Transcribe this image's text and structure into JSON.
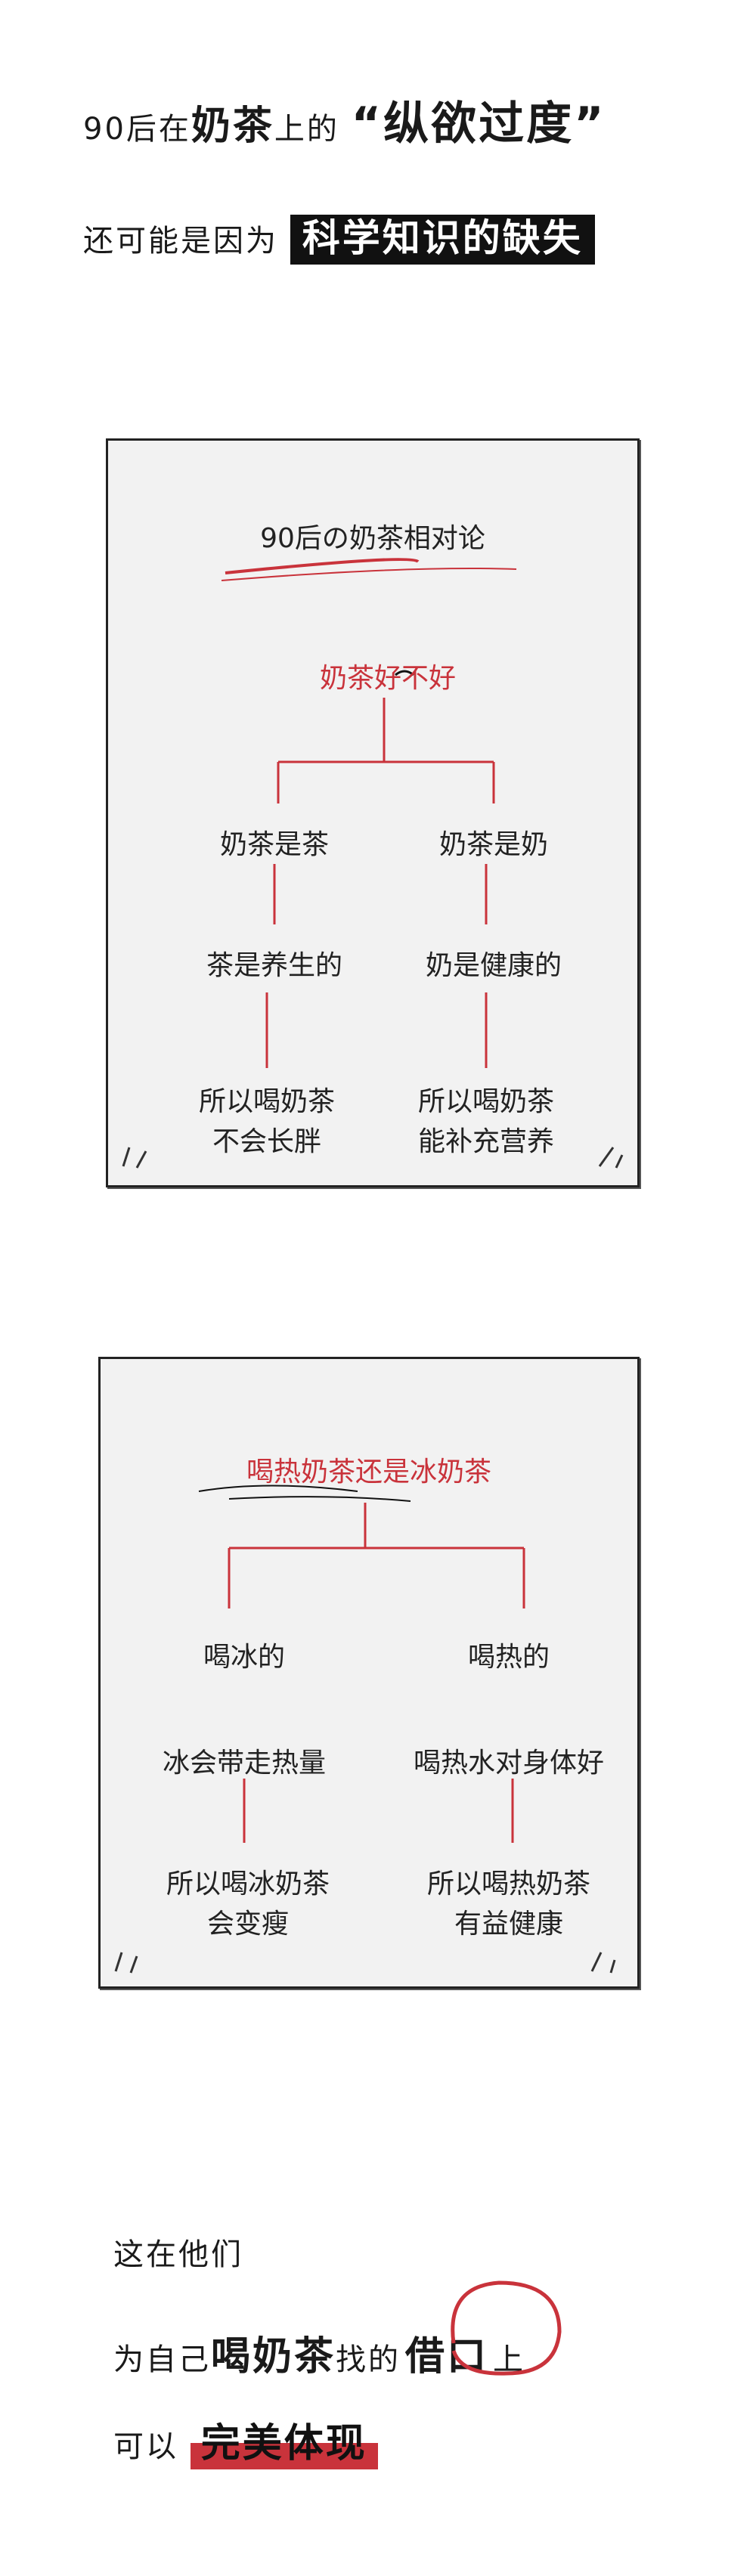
{
  "intro": {
    "line1": {
      "prefix": "90后在",
      "bold": "奶茶",
      "middle": "上的",
      "quote": "“纵欲过度”"
    },
    "line2": {
      "prefix": "还可能是因为",
      "highlight": "科学知识的缺失"
    }
  },
  "card1": {
    "title": "90后の奶茶相对论",
    "question": "奶茶好不好",
    "left": {
      "l1": "奶茶是茶",
      "l2": "茶是养生的",
      "l3a": "所以喝奶茶",
      "l3b": "不会长胖"
    },
    "right": {
      "l1": "奶茶是奶",
      "l2": "奶是健康的",
      "l3a": "所以喝奶茶",
      "l3b": "能补充营养"
    }
  },
  "card2": {
    "question": "喝热奶茶还是冰奶茶",
    "left": {
      "l1": "喝冰的",
      "l2": "冰会带走热量",
      "l3a": "所以喝冰奶茶",
      "l3b": "会变瘦"
    },
    "right": {
      "l1": "喝热的",
      "l2": "喝热水对身体好",
      "l3a": "所以喝热奶茶",
      "l3b": "有益健康"
    }
  },
  "outro": {
    "line1": "这在他们",
    "line2": {
      "prefix": "为自己",
      "bold": "喝奶茶",
      "middle": "找的",
      "circled": "借口",
      "suffix": "上"
    },
    "line3": {
      "prefix": "可以",
      "highlight": "完美体现"
    }
  },
  "colors": {
    "accent": "#c9333b",
    "ink": "#1a1a1a",
    "card_bg": "#f2f2f2"
  }
}
